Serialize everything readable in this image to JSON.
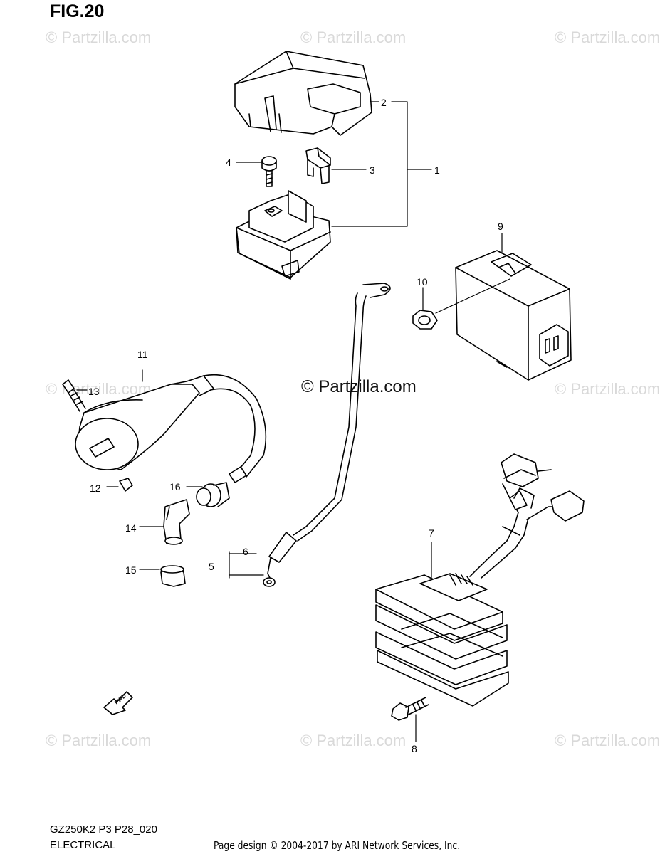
{
  "figure": {
    "title": "FIG.20",
    "code": "GZ250K2 P3 P28_020",
    "name": "ELECTRICAL",
    "credit": "Page design © 2004-2017 by ARI Network Services, Inc."
  },
  "watermarks": {
    "text": "© Partzilla.com",
    "center_text": "© Partzilla.com"
  },
  "callouts": [
    "1",
    "2",
    "3",
    "4",
    "5",
    "6",
    "7",
    "8",
    "9",
    "10",
    "11",
    "12",
    "13",
    "14",
    "15",
    "16"
  ],
  "direction_marker": "FWD"
}
